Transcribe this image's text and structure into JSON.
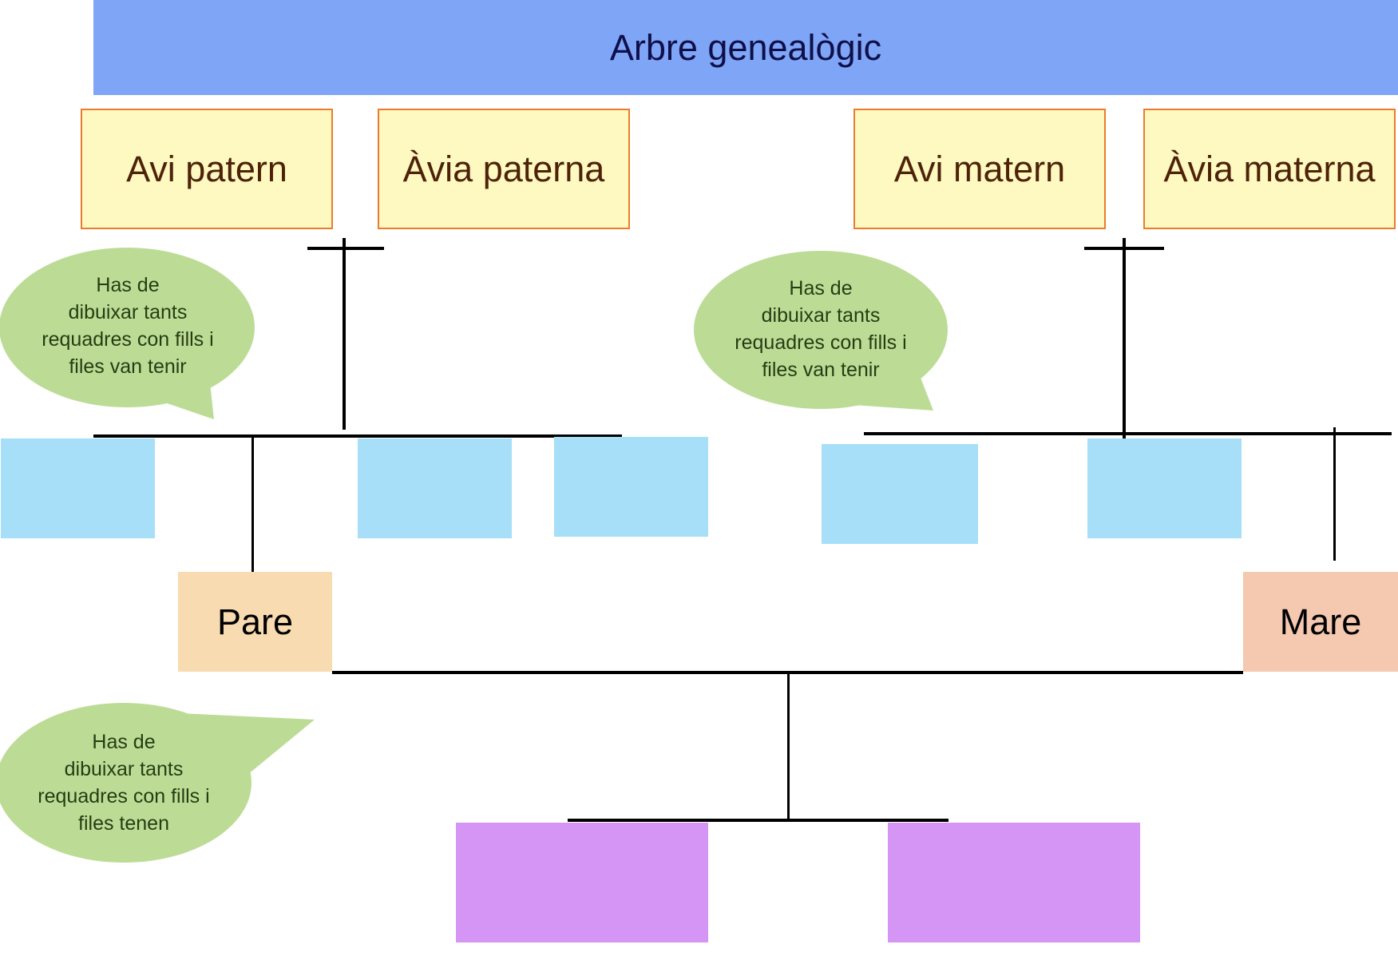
{
  "title": "Arbre genealògic",
  "grandparents": {
    "paternal_grandfather": "Avi patern",
    "paternal_grandmother": "Àvia paterna",
    "maternal_grandfather": "Avi matern",
    "maternal_grandmother": "Àvia materna"
  },
  "parents": {
    "father": "Pare",
    "mother": "Mare"
  },
  "bubbles": [
    {
      "lines": [
        "Has de",
        "dibuixar tants",
        "requadres con fills i",
        "files van tenir"
      ]
    },
    {
      "lines": [
        "Has de",
        "dibuixar tants",
        "requadres con fills i",
        "files van tenir"
      ]
    },
    {
      "lines": [
        "Has de",
        "dibuixar tants",
        "requadres con fills i",
        "files tenen"
      ]
    }
  ],
  "colors": {
    "title_bg": "#7fa5f7",
    "grandparent_bg": "#fdf9c0",
    "grandparent_border": "#ec7b2e",
    "sibling_bg": "#a6dff7",
    "father_bg": "#f8dbb0",
    "mother_bg": "#f5c8b0",
    "child_bg": "#d595f5",
    "bubble_bg": "#bcdc96"
  }
}
